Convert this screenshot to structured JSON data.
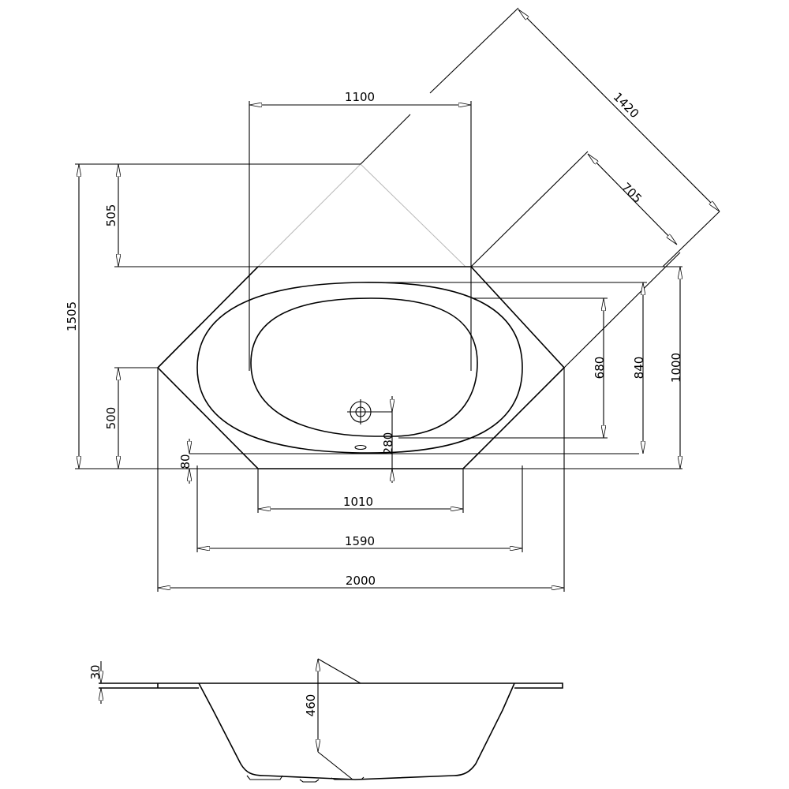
{
  "drawing": {
    "title": "Hexagonal bathtub dimension drawing",
    "plan_view": {
      "dimensions": {
        "top_width": "1100",
        "diagonal_outer": "1420",
        "diagonal_inner": "705",
        "total_depth": "1505",
        "upper_depth": "505",
        "lower_depth": "500",
        "rim_offset": "80",
        "drain_offset": "280",
        "basin_width": "680",
        "inner_width": "840",
        "tub_width": "1000",
        "bottom_edge": "1010",
        "inner_length": "1590",
        "total_length": "2000"
      }
    },
    "side_view": {
      "dimensions": {
        "rim_thickness": "30",
        "depth": "460"
      }
    },
    "line_color": "#000000"
  }
}
